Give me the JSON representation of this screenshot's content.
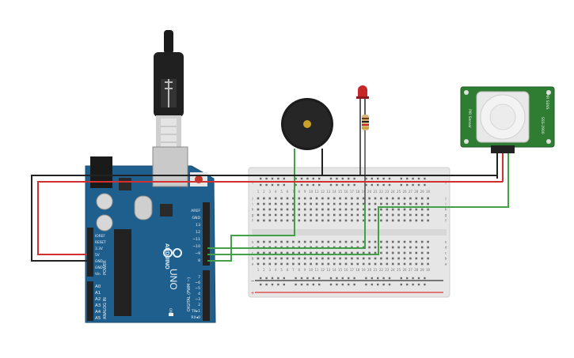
{
  "arduino": {
    "logo_text": "ARDUINO",
    "model_text": "UNO",
    "power_header_labels": [
      "IOREF",
      "RESET",
      "3.3V",
      "5V",
      "GND",
      "GND",
      "Vin"
    ],
    "power_label": "POWER",
    "analog_label": "ANALOG IN",
    "analog_pins": [
      "A0",
      "A1",
      "A2",
      "A3",
      "A4",
      "A5"
    ],
    "digital_top_labels": [
      "AREF",
      "GND",
      "13",
      "12",
      "~11",
      "~10",
      "~9",
      "8"
    ],
    "digital_bottom_labels": [
      "7",
      "~6",
      "~5",
      "4",
      "~3",
      "2",
      "TX▸1",
      "RX◂0"
    ],
    "digital_label": "DIGITAL (PWM ~)",
    "on_label": "ON",
    "colors": {
      "board": "#1e5f8e",
      "header": "#222222"
    }
  },
  "breadboard": {
    "column_numbers": [
      "1",
      "2",
      "3",
      "4",
      "5",
      "6",
      "7",
      "8",
      "9",
      "10",
      "11",
      "12",
      "13",
      "14",
      "15",
      "16",
      "17",
      "18",
      "19",
      "20",
      "21",
      "22",
      "23",
      "24",
      "25",
      "26",
      "27",
      "28",
      "29",
      "30"
    ],
    "row_letters_top": [
      "j",
      "i",
      "h",
      "g",
      "f"
    ],
    "row_letters_bottom": [
      "e",
      "d",
      "c",
      "b",
      "a"
    ],
    "rail_minus": "−",
    "rail_plus": "+",
    "colors": {
      "body": "#e6e6e6",
      "hole": "#6a6a6a",
      "rail_red": "#d33",
      "rail_black": "#333"
    }
  },
  "pir_sensor": {
    "label_left": "PIR Sensor",
    "label_right_a": "SSS-2900",
    "label_right_b": "PIR SENS",
    "colors": {
      "pcb": "#2e7d32",
      "dome": "#f0f0f0"
    }
  },
  "wires": {
    "colors": {
      "red": "#d32f2f",
      "black": "#222222",
      "green": "#43a047"
    }
  }
}
